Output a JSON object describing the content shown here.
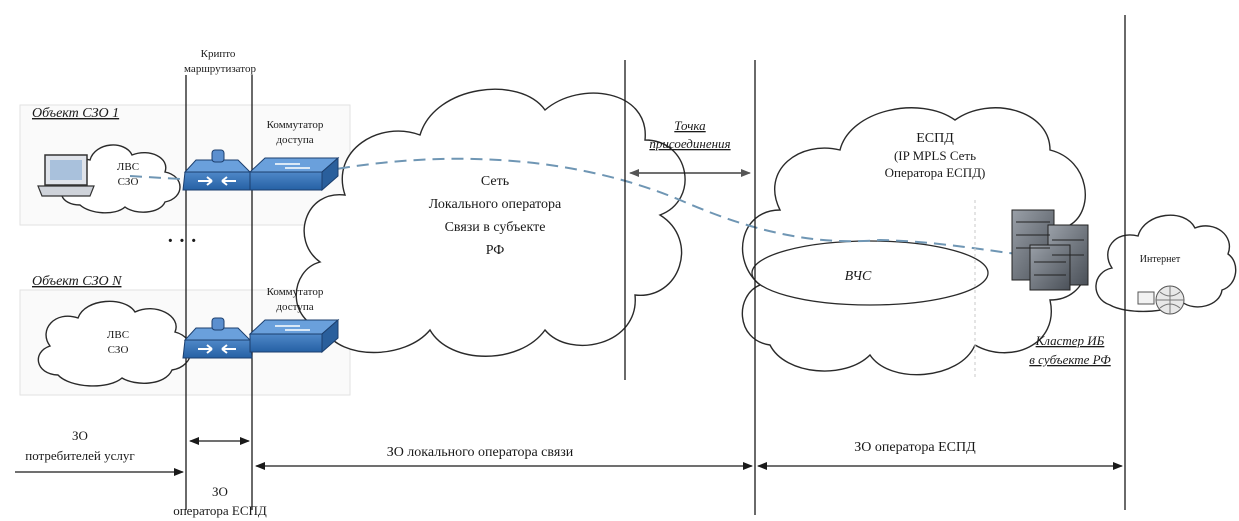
{
  "objects": {
    "obj1_title": "Объект СЗО 1",
    "objN_title": "Объект СЗО N",
    "lan1_line1": "ЛВС",
    "lan1_line2": "СЗО",
    "lanN_line1": "ЛВС",
    "lanN_line2": "СЗО",
    "dots": "·  ·  ·"
  },
  "devices": {
    "crypto_router_line1": "Крипто",
    "crypto_router_line2": "маршрутизатор",
    "switch1_line1": "Коммутатор",
    "switch1_line2": "доступа",
    "switchN_line1": "Коммутатор",
    "switchN_line2": "доступа"
  },
  "local_operator": {
    "line1": "Сеть",
    "line2": "Локального оператора",
    "line3": "Связи в субъекте",
    "line4": "РФ"
  },
  "connection_point": {
    "line1": "Точка",
    "line2": "присоединения"
  },
  "espd": {
    "line1": "ЕСПД",
    "line2": "(IP MPLS Сеть",
    "line3": "Оператора ЕСПД)",
    "vchs": "ВЧС",
    "cluster_line1": "Кластер ИБ",
    "cluster_line2": "в субъекте РФ",
    "internet": "Интернет"
  },
  "zones": {
    "consumers_line1": "ЗО",
    "consumers_line2": "потребителей услуг",
    "espd_op_small_line1": "ЗО",
    "espd_op_small_line2": "оператора ЕСПД",
    "local_op": "ЗО локального оператора связи",
    "espd_op": "ЗО оператора ЕСПД"
  }
}
